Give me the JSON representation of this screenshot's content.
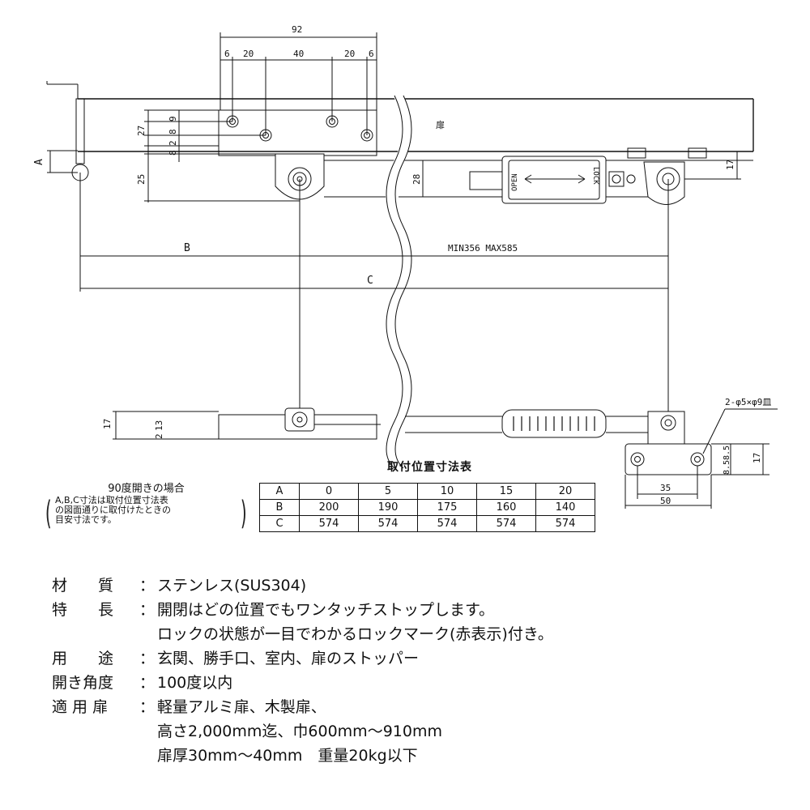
{
  "dims": {
    "top_total": "92",
    "top_parts": [
      "6",
      "20",
      "40",
      "20",
      "6"
    ],
    "left_stack": [
      "27",
      "9",
      "8",
      "2",
      "8"
    ],
    "a": "A",
    "h25": "25",
    "h28": "28",
    "h17_right": "17",
    "b": "B",
    "c": "C",
    "range": "MIN356  MAX585",
    "bottom_17": "17",
    "bottom_13": "13",
    "bottom_2": "2",
    "hole_spec": "2-φ5×φ9皿",
    "bracket_85a": "8.5",
    "bracket_85b": "8.5",
    "bracket_17": "17",
    "bracket_35": "35",
    "bracket_50": "50",
    "door_label": "扉",
    "open_label": "OPEN",
    "lock_label": "LOCK"
  },
  "table": {
    "title": "取付位置寸法表",
    "rows": [
      [
        "A",
        "0",
        "5",
        "10",
        "15",
        "20"
      ],
      [
        "B",
        "200",
        "190",
        "175",
        "160",
        "140"
      ],
      [
        "C",
        "574",
        "574",
        "574",
        "574",
        "574"
      ]
    ]
  },
  "note": {
    "title": "90度開きの場合",
    "lines": [
      "A,B,C寸法は取付位置寸法表",
      "の図面通りに取付けたときの",
      "目安寸法です。"
    ]
  },
  "specs": [
    {
      "label": "材　　質",
      "lines": [
        "ステンレス(SUS304)"
      ]
    },
    {
      "label": "特　　長",
      "lines": [
        "開閉はどの位置でもワンタッチストップします。",
        "ロックの状態が一目でわかるロックマーク(赤表示)付き。"
      ]
    },
    {
      "label": "用　　途",
      "lines": [
        "玄関、勝手口、室内、扉のストッパー"
      ]
    },
    {
      "label": "開き角度",
      "lines": [
        "100度以内"
      ]
    },
    {
      "label": "適 用 扉",
      "lines": [
        "軽量アルミ扉、木製扉、",
        "高さ2,000mm迄、巾600mm〜910mm",
        "扉厚30mm〜40mm　重量20kg以下"
      ]
    }
  ]
}
